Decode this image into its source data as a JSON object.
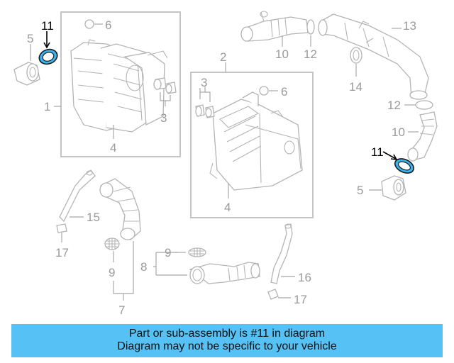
{
  "callouts": {
    "c11_left": "11",
    "c5_left": "5",
    "c6_top": "6",
    "c1": "1",
    "c3_left": "3",
    "c4_left": "4",
    "c2": "2",
    "c3_mid": "3",
    "c6_mid": "6",
    "c4_mid": "4",
    "c10_top": "10",
    "c12_top": "12",
    "c13": "13",
    "c14": "14",
    "c12_right": "12",
    "c10_right": "10",
    "c11_right": "11",
    "c5_right": "5",
    "c15": "15",
    "c17_left": "17",
    "c9_lower": "9",
    "c7": "7",
    "c8": "8",
    "c9_mid": "9",
    "c16": "16",
    "c17_right": "17"
  },
  "highlight": {
    "part_number": "11",
    "color": "#39b4ef",
    "banner_color": "#56c1f5"
  },
  "banner": {
    "line1": "Part or sub-assembly is #11 in diagram",
    "line2": "Diagram may not be specific to your vehicle"
  }
}
